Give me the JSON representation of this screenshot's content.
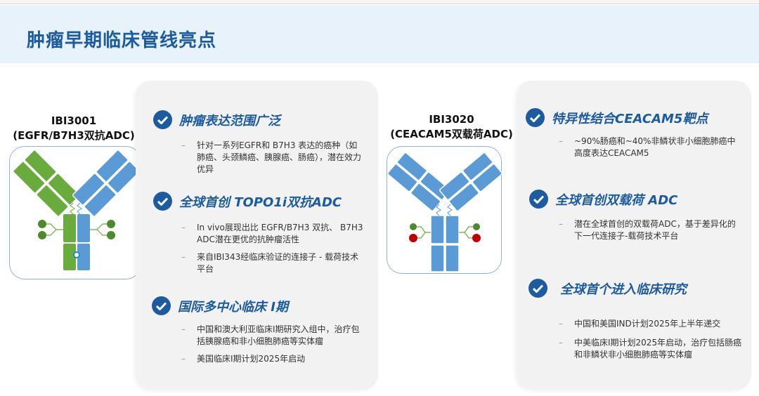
{
  "title": "肿瘤早期临床管线亮点",
  "left": {
    "product": {
      "code": "IBI3001",
      "desc": "(EGFR/B7H3双抗ADC)"
    },
    "sections": [
      {
        "icon": "check-circle-icon",
        "title": "肿瘤表达范围广泛",
        "bullets": [
          "针对一系列EGFR和 B7H3 表达的癌种（如肺癌、头颈鳞癌、胰腺癌、肠癌），潜在效力优异"
        ]
      },
      {
        "icon": "check-circle-icon",
        "title": "全球首创 TOPO1i双抗ADC",
        "bullets": [
          "In vivo展现出比 EGFR/B7H3 双抗、 B7H3 ADC潜在更优的抗肿瘤活性",
          "来自IBI343经临床验证的连接子 - 载荷技术平台"
        ]
      },
      {
        "icon": "check-circle-icon",
        "title": "国际多中心临床 I期",
        "bullets": [
          "中国和澳大利亚临床I期研究入组中，治疗包括胰腺癌和非小细胞肺癌等实体瘤",
          "美国临床I期计划2025年启动"
        ]
      }
    ]
  },
  "right": {
    "product": {
      "code": "IBI3020",
      "desc": "(CEACAM5双载荷ADC)"
    },
    "sections": [
      {
        "icon": "check-circle-icon",
        "title": "特异性结合CEACAM5靶点",
        "bullets": [
          "~90%肠癌和~40%非鳞状非小细胞肺癌中高度表达CEACAM5"
        ]
      },
      {
        "icon": "check-circle-icon",
        "title": "全球首创双载荷 ADC",
        "bullets": [
          "潜在全球首创的双载荷ADC，基于差异化的下一代连接子-载荷技术平台"
        ]
      },
      {
        "icon": "check-circle-icon",
        "title": "全球首个进入临床研究",
        "bullets": [
          "中国和美国IND计划2025年上半年递交",
          "中美临床I期计划2025年启动，治疗包括肠癌和非鳞状非小细胞肺癌等实体瘤"
        ]
      }
    ]
  },
  "colors": {
    "brand": "#1c5ba0",
    "green": "#6aab3e",
    "blue": "#5b9bd5",
    "red": "#c00000"
  }
}
